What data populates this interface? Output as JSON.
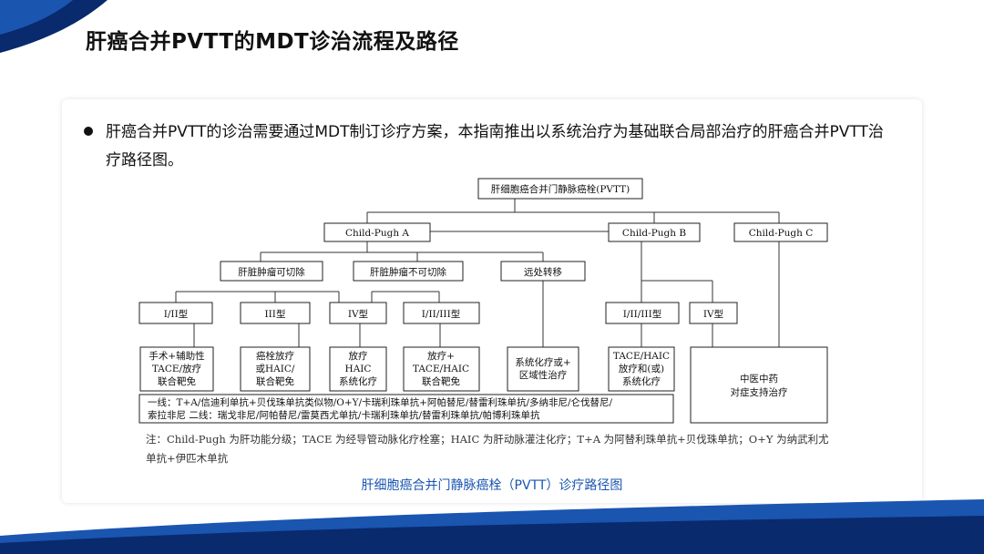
{
  "slide": {
    "title": "肝癌合并PVTT的MDT诊治流程及路径",
    "bullet": "肝癌合并PVTT的诊治需要通过MDT制订诊疗方案，本指南推出以系统治疗为基础联合局部治疗的肝癌合并PVTT治疗路径图。",
    "note": "注：Child-Pugh 为肝功能分级；TACE 为经导管动脉化疗栓塞；HAIC 为肝动脉灌注化疗；T+A 为阿替利珠单抗+贝伐珠单抗；O+Y 为纳武利尤单抗+伊匹木单抗",
    "caption": "肝细胞癌合并门静脉癌栓（PVTT）诊疗路径图"
  },
  "colors": {
    "brand_dark": "#0a2a6e",
    "brand_mid": "#1a55b0",
    "caption": "#1a55b0"
  },
  "diagram": {
    "root": "肝细胞癌合并门静脉癌栓(PVTT)",
    "child_pugh": [
      "Child-Pugh A",
      "Child-Pugh B",
      "Child-Pugh C"
    ],
    "resectability": [
      "肝脏肿瘤可切除",
      "肝脏肿瘤不可切除",
      "远处转移"
    ],
    "types": [
      "I/II型",
      "III型",
      "IV型",
      "I/II/III型",
      "I/II/III型",
      "IV型"
    ],
    "treatments": {
      "t1": [
        "手术+辅助性",
        "TACE/放疗",
        "联合靶免"
      ],
      "t2": [
        "癌栓放疗",
        "或HAIC/",
        "联合靶免"
      ],
      "t3": [
        "放疗",
        "HAIC",
        "系统化疗"
      ],
      "t4": [
        "放疗+",
        "TACE/HAIC",
        "联合靶免"
      ],
      "t5": [
        "系统化疗或+",
        "区域性治疗"
      ],
      "t6": [
        "TACE/HAIC",
        "放疗和(或)",
        "系统化疗"
      ],
      "t7": [
        "中医中药",
        "对症支持治疗"
      ]
    },
    "first_line": "一线：T+A/信迪利单抗+贝伐珠单抗类似物/O+Y/卡瑞利珠单抗+阿帕替尼/替雷利珠单抗/多纳非尼/仑伐替尼/",
    "second_line": "索拉非尼      二线：瑞戈非尼/阿帕替尼/雷莫西尤单抗/卡瑞利珠单抗/替雷利珠单抗/帕博利珠单抗"
  }
}
